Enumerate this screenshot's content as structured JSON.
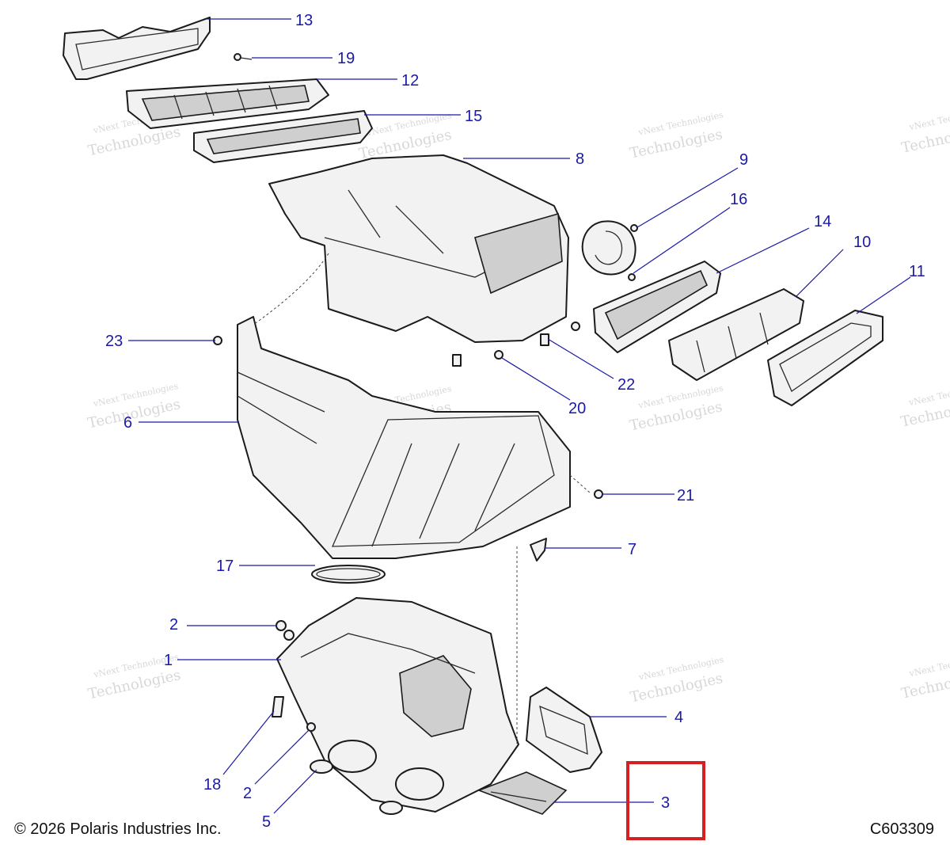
{
  "footer": {
    "copyright": "© 2026 Polaris Industries Inc.",
    "figure_id": "C603309"
  },
  "watermark": {
    "line1": "vNext Technologies",
    "line2": "Technologies",
    "line3": "vNext"
  },
  "callouts": [
    "13",
    "19",
    "12",
    "15",
    "8",
    "9",
    "16",
    "14",
    "10",
    "11",
    "23",
    "22",
    "20",
    "6",
    "21",
    "7",
    "17",
    "2",
    "1",
    "4",
    "18",
    "2",
    "5",
    "3"
  ],
  "highlight": {
    "label": "3",
    "color": "#d42020"
  },
  "colors": {
    "callout": "#1a1aa6",
    "line": "#1b1b1b"
  }
}
